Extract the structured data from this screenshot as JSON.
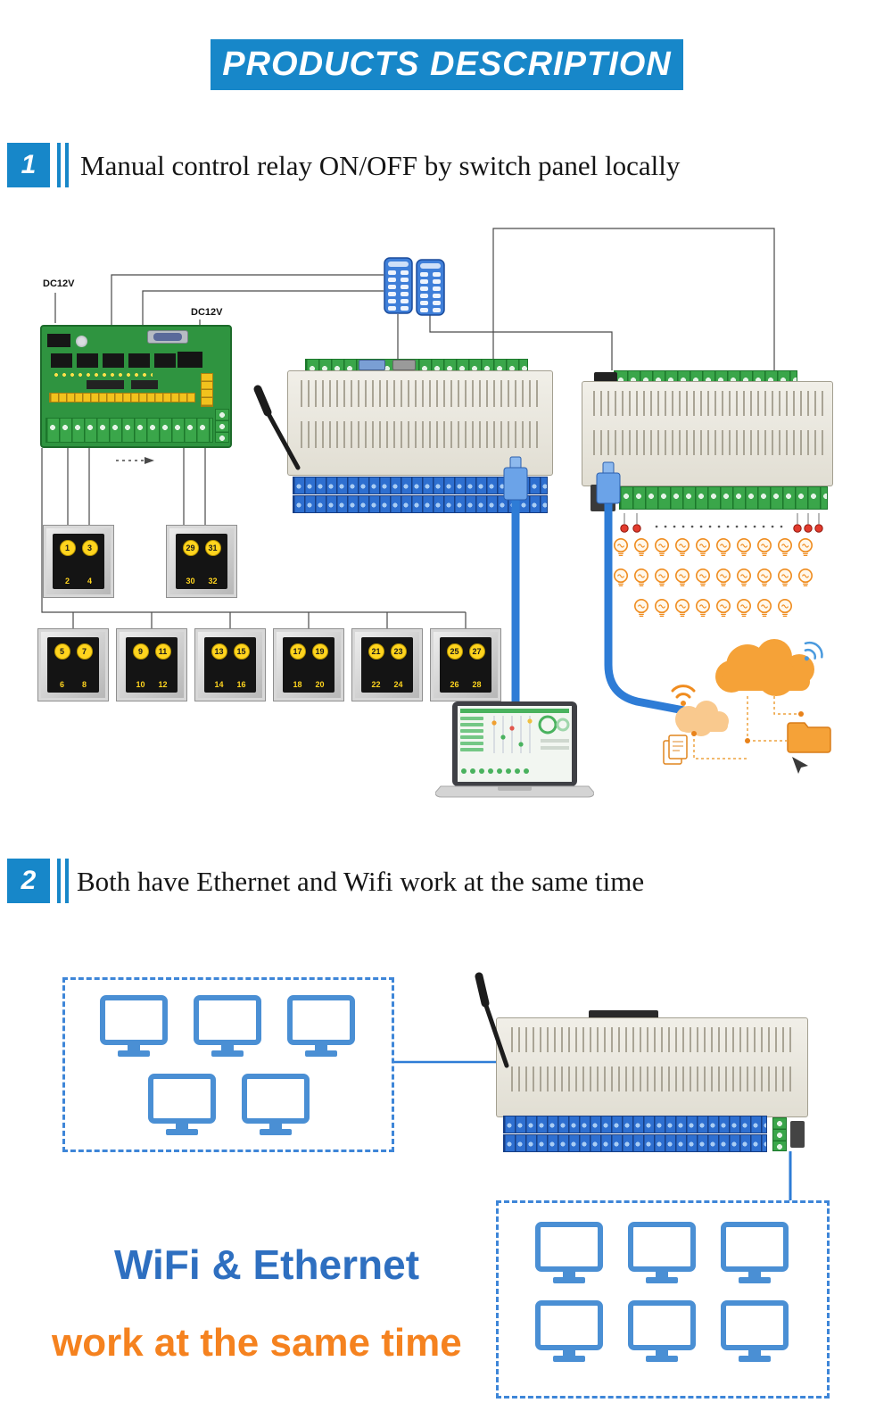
{
  "header": {
    "title": "PRODUCTS DESCRIPTION"
  },
  "sections": [
    {
      "number": "1",
      "title": "Manual control relay ON/OFF by switch panel locally"
    },
    {
      "number": "2",
      "title": "Both have Ethernet and Wifi work at the same time"
    }
  ],
  "diagram1": {
    "power_labels": [
      "DC12V",
      "DC12V"
    ],
    "panels_row1": [
      {
        "buttons": [
          "1",
          "3"
        ],
        "labels": [
          "2",
          "4"
        ]
      },
      {
        "buttons": [
          "29",
          "31"
        ],
        "labels": [
          "30",
          "32"
        ]
      }
    ],
    "panels_row2": [
      {
        "buttons": [
          "5",
          "7"
        ],
        "labels": [
          "6",
          "8"
        ]
      },
      {
        "buttons": [
          "9",
          "11"
        ],
        "labels": [
          "10",
          "12"
        ]
      },
      {
        "buttons": [
          "13",
          "15"
        ],
        "labels": [
          "14",
          "16"
        ]
      },
      {
        "buttons": [
          "17",
          "19"
        ],
        "labels": [
          "18",
          "20"
        ]
      },
      {
        "buttons": [
          "21",
          "23"
        ],
        "labels": [
          "22",
          "24"
        ]
      },
      {
        "buttons": [
          "25",
          "27"
        ],
        "labels": [
          "26",
          "28"
        ]
      }
    ]
  },
  "diagram2": {
    "labels": {
      "wifi_ethernet": "WiFi & Ethernet",
      "same_time": "work at the same time"
    }
  },
  "icons": {
    "remote-control-icon": "css-shape",
    "wifi-antenna-icon": "svg-line",
    "light-bulb-icon": "svg-outline",
    "computer-monitor-icon": "svg-outline",
    "cloud-icon": "svg-shape",
    "laptop-icon": "svg-shape",
    "ethernet-cable-icon": "svg-line",
    "folder-icon": "svg-shape",
    "wifi-signal-icon": "svg-arcs",
    "cursor-icon": "svg-shape"
  },
  "colors": {
    "accent_blue": "#1787c9",
    "label_blue": "#2e6fc0",
    "label_orange": "#f5821f",
    "monitor_blue": "#4a8fd4",
    "cable_blue": "#2e7cd6",
    "bulb_orange": "#ef8c1f",
    "pcb_green": "#2f9440"
  }
}
